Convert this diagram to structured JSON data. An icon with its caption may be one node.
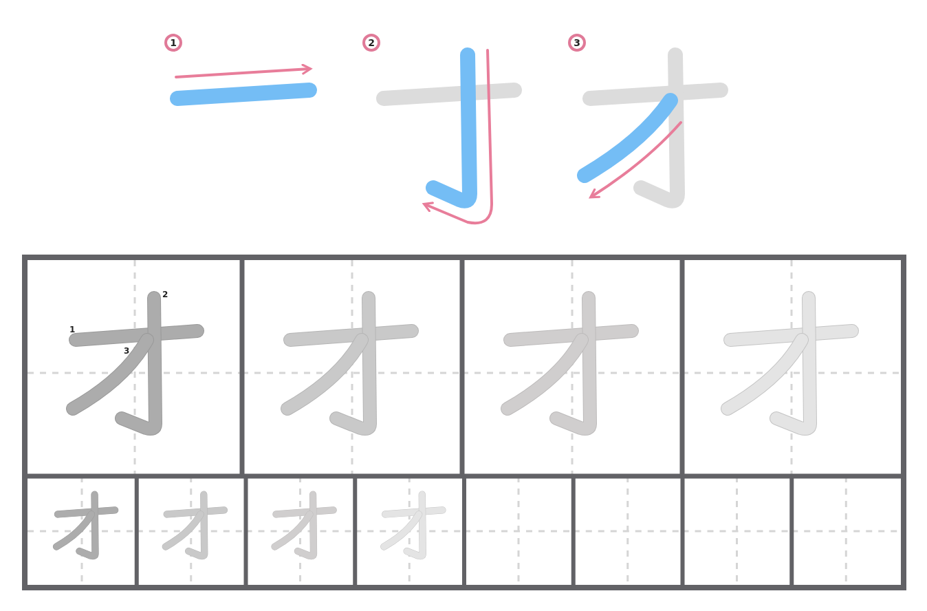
{
  "diagram": {
    "labels": [
      "1",
      "2",
      "3",
      "2",
      "1",
      "3"
    ]
  }
}
